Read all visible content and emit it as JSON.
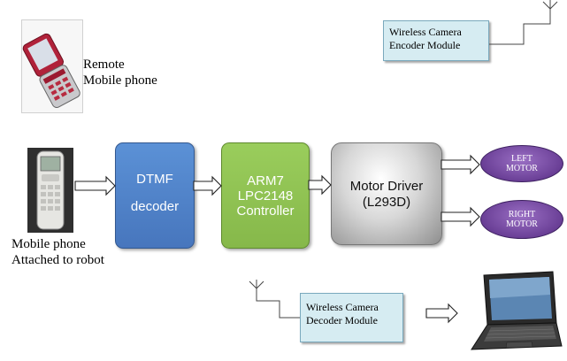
{
  "remote_phone": {
    "line1": "Remote",
    "line2": "Mobile phone"
  },
  "attached_phone": {
    "line1": "Mobile phone",
    "line2": "Attached to robot"
  },
  "dtmf": {
    "line1": "DTMF",
    "line2": "decoder",
    "color": "#4a7fc6"
  },
  "arm": {
    "line1": "ARM7",
    "line2": "LPC2148",
    "line3": "Controller",
    "color": "#8fc050"
  },
  "motor_driver": {
    "line1": "Motor Driver",
    "line2": "(L293D)"
  },
  "left_motor": {
    "line1": "LEFT",
    "line2": "MOTOR",
    "color": "#7a4fa8"
  },
  "right_motor": {
    "line1": "RIGHT",
    "line2": "MOTOR",
    "color": "#7a4fa8"
  },
  "encoder": {
    "line1": "Wireless Camera",
    "line2": "Encoder Module"
  },
  "decoder": {
    "line1": "Wireless Camera",
    "line2": "Decoder Module"
  }
}
